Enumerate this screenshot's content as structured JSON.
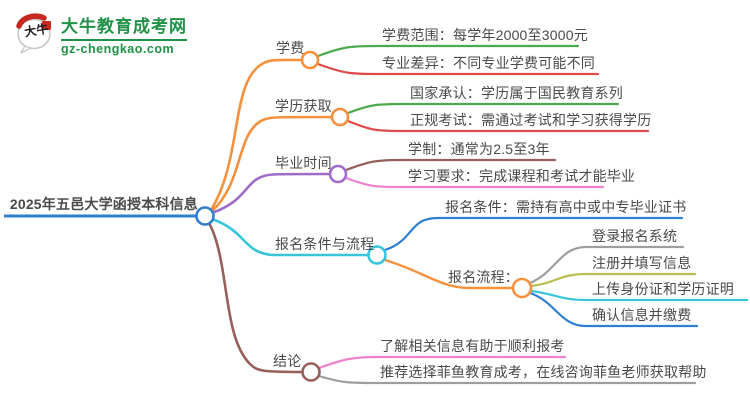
{
  "logo": {
    "brand": "大牛教育成考网",
    "domain": "gz-chengkao.com",
    "icon_chars": "大牛"
  },
  "colors": {
    "orange": "#F5913E",
    "green": "#4BA94E",
    "red": "#DE4A4A",
    "purple": "#A06CC9",
    "pink": "#EF82CD",
    "brown": "#96605A",
    "cyan": "#38C5DC",
    "blue": "#2E7FD1",
    "olive": "#B9BE4E",
    "gray": "#9E9E9E",
    "text": "#4A4A4A",
    "logo_green": "#1F9247"
  },
  "mindmap": {
    "root": "2025年五邑大学函授本科信息",
    "branches": [
      {
        "label": "学费",
        "children": [
          {
            "text": "学费范围：每学年2000至3000元"
          },
          {
            "text": "专业差异：不同专业学费可能不同"
          }
        ]
      },
      {
        "label": "学历获取",
        "children": [
          {
            "text": "国家承认：学历属于国民教育系列"
          },
          {
            "text": "正规考试：需通过考试和学习获得学历"
          }
        ]
      },
      {
        "label": "毕业时间",
        "children": [
          {
            "text": "学制：通常为2.5至3年"
          },
          {
            "text": "学习要求：完成课程和考试才能毕业"
          }
        ]
      },
      {
        "label": "报名条件与流程",
        "children": [
          {
            "text": "报名条件：需持有高中或中专毕业证书"
          },
          {
            "label": "报名流程：",
            "children": [
              {
                "text": "登录报名系统"
              },
              {
                "text": "注册并填写信息"
              },
              {
                "text": "上传身份证和学历证明"
              },
              {
                "text": "确认信息并缴费"
              }
            ]
          }
        ]
      },
      {
        "label": "结论",
        "children": [
          {
            "text": "了解相关信息有助于顺利报考"
          },
          {
            "text": "推荐选择菲鱼教育成考，在线咨询菲鱼老师获取帮助"
          }
        ]
      }
    ]
  }
}
